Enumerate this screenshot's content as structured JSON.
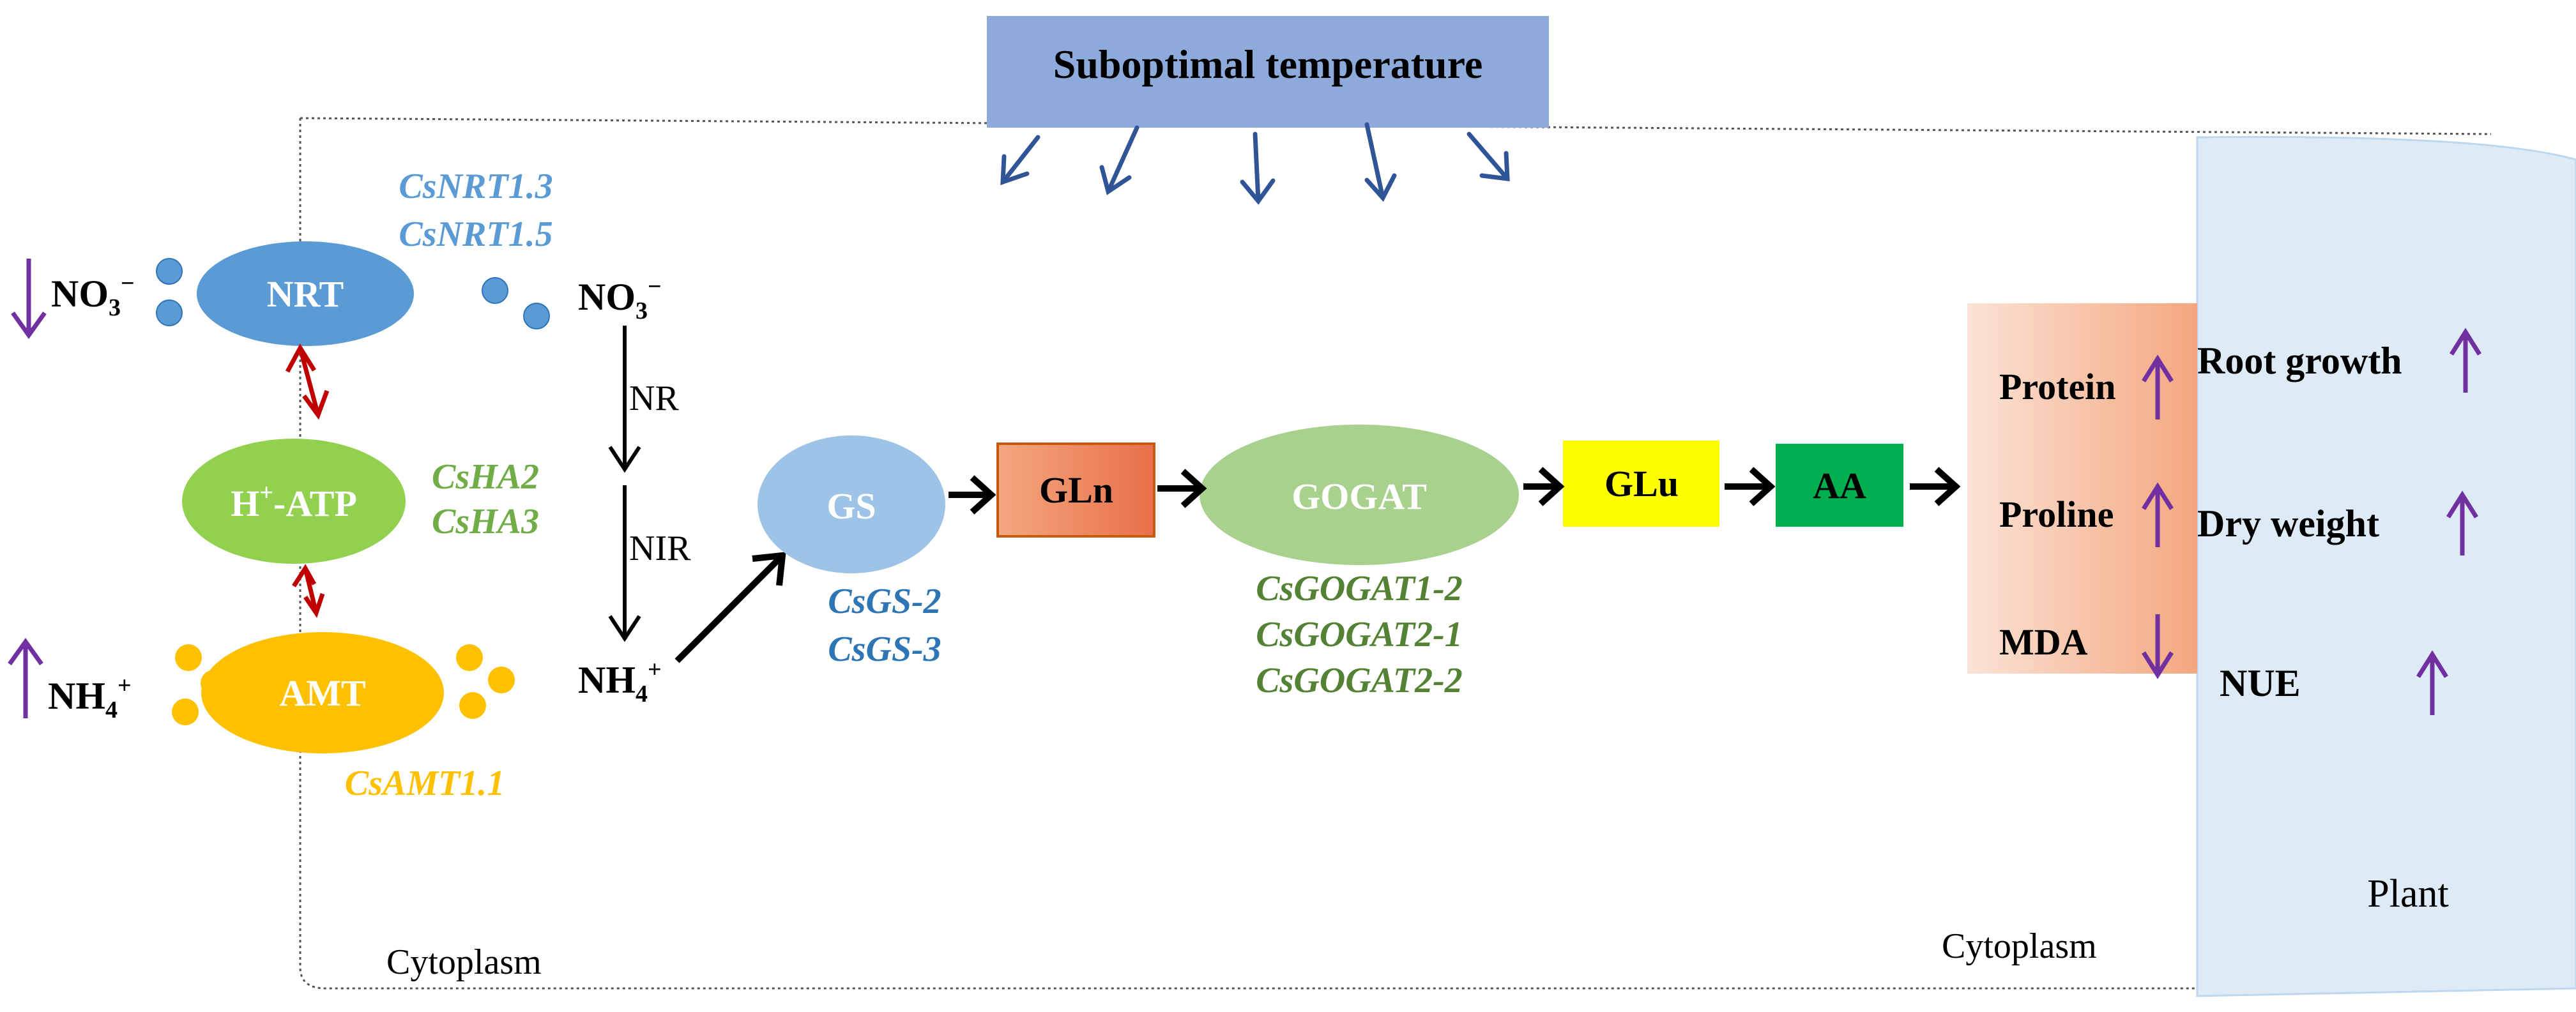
{
  "banner": {
    "label": "Suboptimal temperature",
    "fill": "#8EAADB",
    "text_color": "#000000"
  },
  "transporters": {
    "nrt": {
      "label": "NRT",
      "genes": [
        "CsNRT1.3",
        "CsNRT1.5"
      ],
      "color": "#5B9BD5",
      "gene_color": "#5B9BD5"
    },
    "atp": {
      "label_main": "H",
      "label_sup": "+",
      "label_tail": "-ATP",
      "genes": [
        "CsHA2",
        "CsHA3"
      ],
      "color": "#92D050",
      "gene_color": "#70AD47"
    },
    "amt": {
      "label": "AMT",
      "genes": [
        "CsAMT1.1"
      ],
      "color": "#FFC000",
      "gene_color": "#FFC000"
    }
  },
  "ions": {
    "no3_out": {
      "base": "NO",
      "sub": "3",
      "sup": "−"
    },
    "nh4_out": {
      "base": "NH",
      "sub": "4",
      "sup": "+"
    },
    "no3_in": {
      "base": "NO",
      "sub": "3",
      "sup": "−"
    },
    "nh4_in": {
      "base": "NH",
      "sub": "4",
      "sup": "+"
    }
  },
  "reduction": {
    "step1": "NR",
    "step2": "NIR"
  },
  "pathway": {
    "gs": {
      "label": "GS",
      "genes": [
        "CsGS-2",
        "CsGS-3"
      ],
      "color": "#9DC3E6",
      "gene_color": "#2E75B6"
    },
    "gln": {
      "label": "GLn",
      "color": "#F08B66"
    },
    "gogat": {
      "label": "GOGAT",
      "genes": [
        "CsGOGAT1-2",
        "CsGOGAT2-1",
        "CsGOGAT2-2"
      ],
      "color": "#A9D18E",
      "gene_color": "#548235"
    },
    "glu": {
      "label": "GLu",
      "color": "#FFFF00"
    },
    "aa": {
      "label": "AA",
      "color": "#00B050"
    }
  },
  "outcomes": {
    "cell": [
      {
        "label": "Protein",
        "direction": "up"
      },
      {
        "label": "Proline",
        "direction": "up"
      },
      {
        "label": "MDA",
        "direction": "down"
      }
    ],
    "plant": [
      {
        "label": "Root growth",
        "direction": "up"
      },
      {
        "label": "Dry weight",
        "direction": "up"
      },
      {
        "label": "NUE",
        "direction": "up"
      }
    ],
    "plant_label": "Plant",
    "arrow_color": "#7030A0"
  },
  "compartments": {
    "cytoplasm_left": "Cytoplasm",
    "cytoplasm_right": "Cytoplasm"
  }
}
